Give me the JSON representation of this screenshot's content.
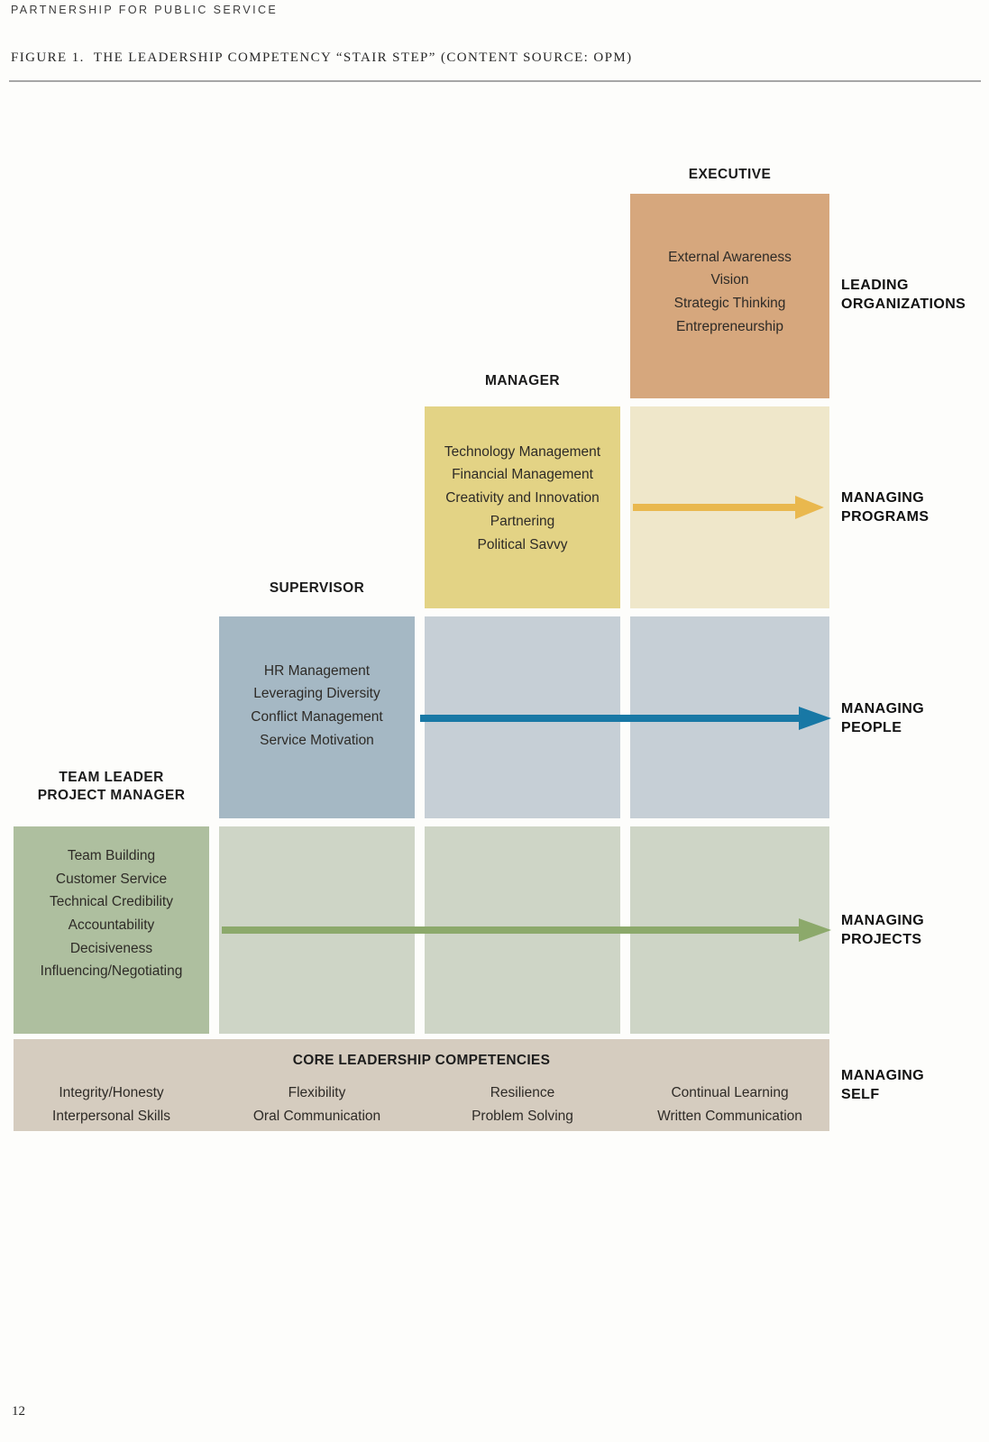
{
  "header": {
    "brand": "PARTNERSHIP FOR PUBLIC SERVICE",
    "figure_title": "FIGURE 1.  THE LEADERSHIP COMPETENCY “STAIR STEP” (CONTENT SOURCE: OPM)"
  },
  "levels": [
    {
      "id": "executive",
      "label": "EXECUTIVE",
      "competencies": [
        "External Awareness",
        "Vision",
        "Strategic Thinking",
        "Entrepreneurship"
      ],
      "right_label": "LEADING\nORGANIZATIONS",
      "box_color": "#d6a77d"
    },
    {
      "id": "manager",
      "label": "MANAGER",
      "competencies": [
        "Technology Management",
        "Financial Management",
        "Creativity and Innovation",
        "Partnering",
        "Political Savvy"
      ],
      "right_label": "MANAGING\nPROGRAMS",
      "box_color": "#e3d385",
      "extension_color": "#efe7ca",
      "arrow_color": "#e9b84e"
    },
    {
      "id": "supervisor",
      "label": "SUPERVISOR",
      "competencies": [
        "HR Management",
        "Leveraging Diversity",
        "Conflict Management",
        "Service Motivation"
      ],
      "right_label": "MANAGING\nPEOPLE",
      "box_color": "#a5b8c4",
      "extension_color": "#c6cfd6",
      "arrow_color": "#1878a5"
    },
    {
      "id": "team_leader",
      "label": "TEAM LEADER\nPROJECT MANAGER",
      "competencies": [
        "Team Building",
        "Customer Service",
        "Technical Credibility",
        "Accountability",
        "Decisiveness",
        "Influencing/Negotiating"
      ],
      "right_label": "MANAGING\nPROJECTS",
      "box_color": "#aebf9f",
      "extension_color": "#ced5c6",
      "arrow_color": "#8ca96b"
    }
  ],
  "core": {
    "title": "CORE LEADERSHIP COMPETENCIES",
    "columns": [
      [
        "Integrity/Honesty",
        "Interpersonal Skills"
      ],
      [
        "Flexibility",
        "Oral Communication"
      ],
      [
        "Resilience",
        "Problem Solving"
      ],
      [
        "Continual Learning",
        "Written Communication"
      ]
    ],
    "right_label": "MANAGING\nSELF",
    "bar_color": "#d5ccbf"
  },
  "footer": {
    "page_number": "12"
  }
}
